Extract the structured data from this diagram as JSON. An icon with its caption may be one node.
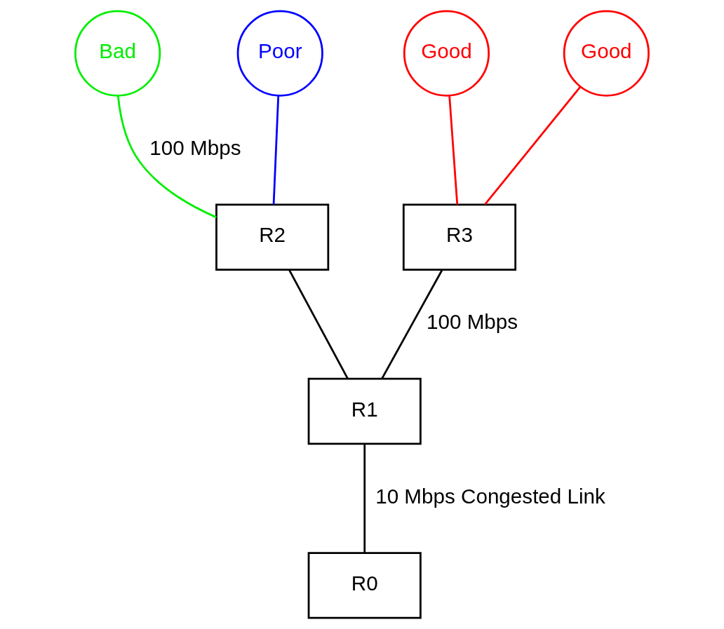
{
  "diagram": {
    "nodes": [
      {
        "text": [
          "Bad"
        ]
      },
      {
        "text": [
          "Poor"
        ]
      },
      {
        "text": [
          "Good"
        ]
      },
      {
        "text": [
          "Good"
        ]
      },
      {
        "text": [
          "R2"
        ]
      },
      {
        "text": [
          "R3"
        ]
      },
      {
        "text": [
          "R1"
        ]
      },
      {
        "text": [
          "R0"
        ]
      }
    ],
    "edges": [
      {
        "from": 0,
        "to": 4,
        "arrow": "none",
        "label": "100 Mbps",
        "color": "#00ee00"
      },
      {
        "from": 1,
        "to": 4,
        "arrow": "none",
        "color": "#0000ff"
      },
      {
        "from": 2,
        "to": 5,
        "arrow": "none",
        "color": "#ff0000"
      },
      {
        "from": 3,
        "to": 5,
        "arrow": "none",
        "color": "#ff0000"
      },
      {
        "from": 4,
        "to": 6,
        "arrow": "none"
      },
      {
        "from": 5,
        "to": 6,
        "arrow": "none",
        "label": "100 Mbps"
      },
      {
        "from": 6,
        "to": 7,
        "arrow": "none",
        "label": "10 Mbps Congested Link"
      }
    ]
  }
}
